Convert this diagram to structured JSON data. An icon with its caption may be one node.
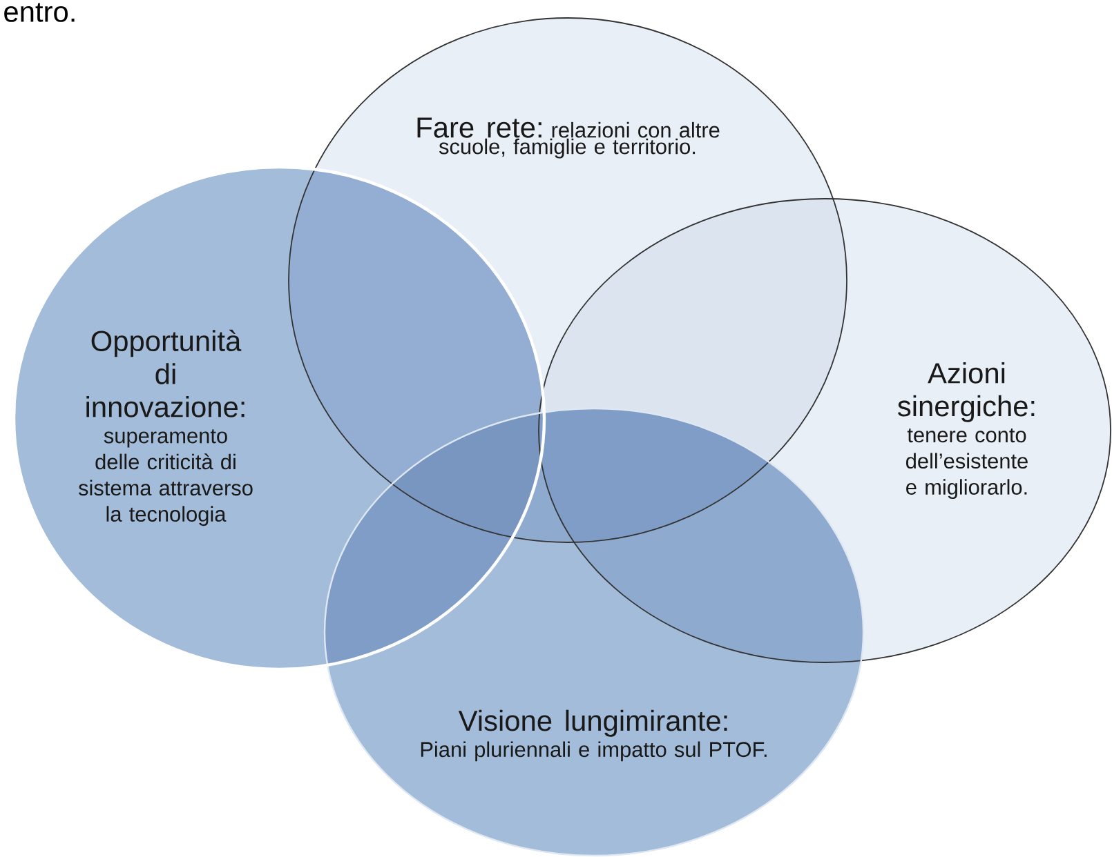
{
  "diagram": {
    "nodes": [
      {
        "text": [
          "Fare rete:",
          "relazioni con altre scuole, famiglie e territorio."
        ]
      },
      {
        "text": [
          "Opportunità di innovazione:",
          "superamento delle criticità di sistema attraverso la tecnologia"
        ]
      },
      {
        "text": [
          "Azioni sinergiche:",
          "tenere conto dell’esistente e migliorarlo."
        ]
      },
      {
        "text": [
          "Visione lungimirante:",
          "Piani pluriennali e impatto sul PTOF."
        ]
      }
    ],
    "labels": [
      "entro."
    ]
  }
}
